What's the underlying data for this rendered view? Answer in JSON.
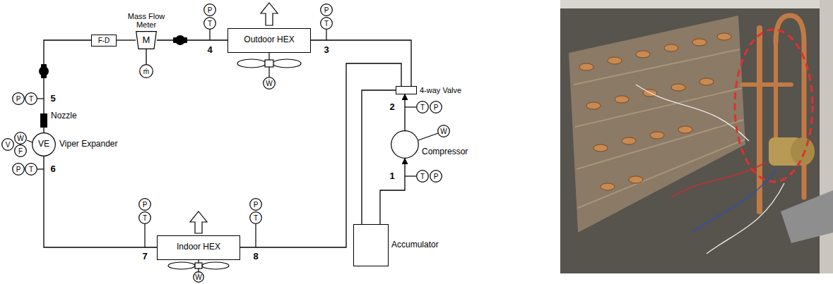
{
  "diagram": {
    "nodes": [
      {
        "text": [
          "F-D"
        ]
      },
      {
        "text": [
          "Mass Flow Meter",
          "M"
        ]
      },
      {
        "text": [
          "ṁ"
        ]
      },
      {
        "text": [
          "Outdoor HEX"
        ]
      },
      {
        "text": [
          "Ẇ"
        ]
      },
      {
        "text": [
          "P"
        ]
      },
      {
        "text": [
          "T"
        ]
      },
      {
        "text": [
          "P"
        ]
      },
      {
        "text": [
          "T"
        ]
      },
      {
        "text": [
          "4-way Valve"
        ]
      },
      {
        "text": [
          "Compressor"
        ]
      },
      {
        "text": [
          "Ẇ"
        ]
      },
      {
        "text": [
          "T"
        ]
      },
      {
        "text": [
          "P"
        ]
      },
      {
        "text": [
          "T"
        ]
      },
      {
        "text": [
          "P"
        ]
      },
      {
        "text": [
          "Accumulator"
        ]
      },
      {
        "text": [
          "P"
        ]
      },
      {
        "text": [
          "T"
        ]
      },
      {
        "text": [
          "VE",
          "Viper Expander"
        ]
      },
      {
        "text": [
          "V"
        ]
      },
      {
        "text": [
          "Ẇ"
        ]
      },
      {
        "text": [
          "F"
        ]
      },
      {
        "text": [
          "P"
        ]
      },
      {
        "text": [
          "T"
        ]
      },
      {
        "text": [
          "P"
        ]
      },
      {
        "text": [
          "T"
        ]
      },
      {
        "text": [
          "Indoor HEX"
        ]
      },
      {
        "text": [
          "Ẇ"
        ]
      },
      {
        "text": [
          "P"
        ]
      },
      {
        "text": [
          "T"
        ]
      }
    ],
    "edges": [
      {
        "from": 3,
        "to": 1,
        "arrow": "none"
      },
      {
        "from": 1,
        "to": 0,
        "arrow": "none"
      },
      {
        "from": 0,
        "to": 19,
        "arrow": "none"
      },
      {
        "from": 19,
        "to": 27,
        "arrow": "none"
      },
      {
        "from": 27,
        "to": 9,
        "arrow": "none"
      },
      {
        "from": 3,
        "to": 9,
        "arrow": "none"
      },
      {
        "from": 9,
        "to": 16,
        "arrow": "none"
      },
      {
        "from": 16,
        "to": 10,
        "arrow": "to"
      },
      {
        "from": 10,
        "to": 9,
        "arrow": "to"
      },
      {
        "from": 1,
        "to": 2,
        "arrow": "none"
      }
    ],
    "labels": [
      "4",
      "3",
      "2",
      "1",
      "5",
      "6",
      "7",
      "8",
      "Nozzle"
    ]
  }
}
